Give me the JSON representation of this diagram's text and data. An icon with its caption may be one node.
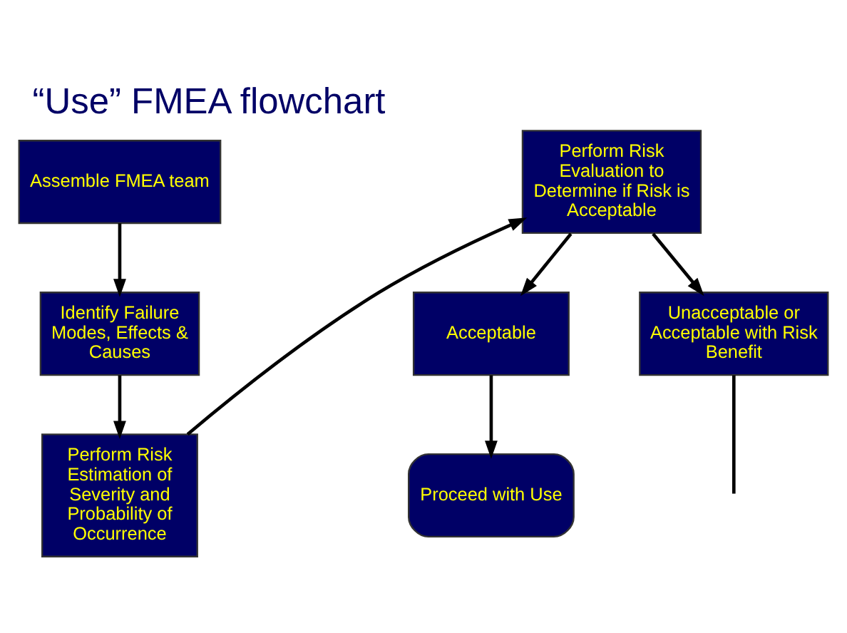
{
  "diagram": {
    "title": "“Use” FMEA flowchart",
    "nodes": [
      {
        "text": [
          "Assemble FMEA team"
        ]
      },
      {
        "text": [
          "Identify Failure Modes, Effects & Causes"
        ]
      },
      {
        "text": [
          "Perform Risk Estimation of Severity and Probability of Occurrence"
        ]
      },
      {
        "text": [
          "Perform Risk Evaluation to Determine if Risk is Acceptable"
        ]
      },
      {
        "text": [
          "Acceptable"
        ]
      },
      {
        "text": [
          "Unacceptable or Acceptable with Risk Benefit"
        ]
      },
      {
        "text": [
          "Proceed with Use"
        ]
      }
    ],
    "edges": [
      {
        "from": 0,
        "to": 1,
        "arrow": "to"
      },
      {
        "from": 1,
        "to": 2,
        "arrow": "to"
      },
      {
        "from": 2,
        "to": 3,
        "arrow": "to"
      },
      {
        "from": 3,
        "to": 4,
        "arrow": "to"
      },
      {
        "from": 3,
        "to": 5,
        "arrow": "to"
      },
      {
        "from": 4,
        "to": 6,
        "arrow": "to"
      },
      {
        "from": 5,
        "to": null,
        "arrow": "none"
      }
    ]
  }
}
